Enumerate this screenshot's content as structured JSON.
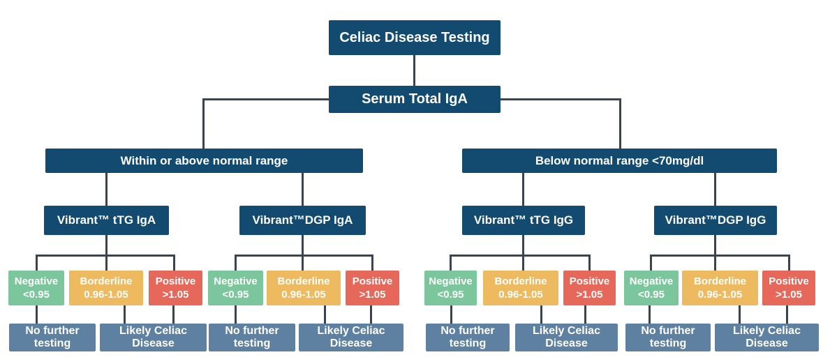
{
  "flowchart": {
    "root": "Celiac Disease Testing",
    "serum": "Serum Total IgA",
    "branches": {
      "normal": "Within or above normal range",
      "low": "Below normal range <70mg/dl"
    },
    "tests": {
      "ttg_iga": "Vibrant™ tTG IgA",
      "dgp_iga": "Vibrant™DGP IgA",
      "ttg_igg": "Vibrant™ tTG IgG",
      "dgp_igg": "Vibrant™DGP IgG"
    },
    "results": {
      "negative": {
        "label": "Negative",
        "range": "<0.95"
      },
      "borderline": {
        "label": "Borderline",
        "range": "0.96-1.05"
      },
      "positive": {
        "label": "Positive",
        "range": ">1.05"
      }
    },
    "outcomes": {
      "negative": "No further testing",
      "positive": "Likely Celiac Disease"
    },
    "colors": {
      "node_blue": "#134a70",
      "negative_green": "#7bc69c",
      "borderline_amber": "#edba5f",
      "positive_red": "#e5685a",
      "outcome_slate": "#5e81a2",
      "connector": "#3c4350",
      "text": "#ffffff",
      "background": "#ffffff"
    }
  }
}
